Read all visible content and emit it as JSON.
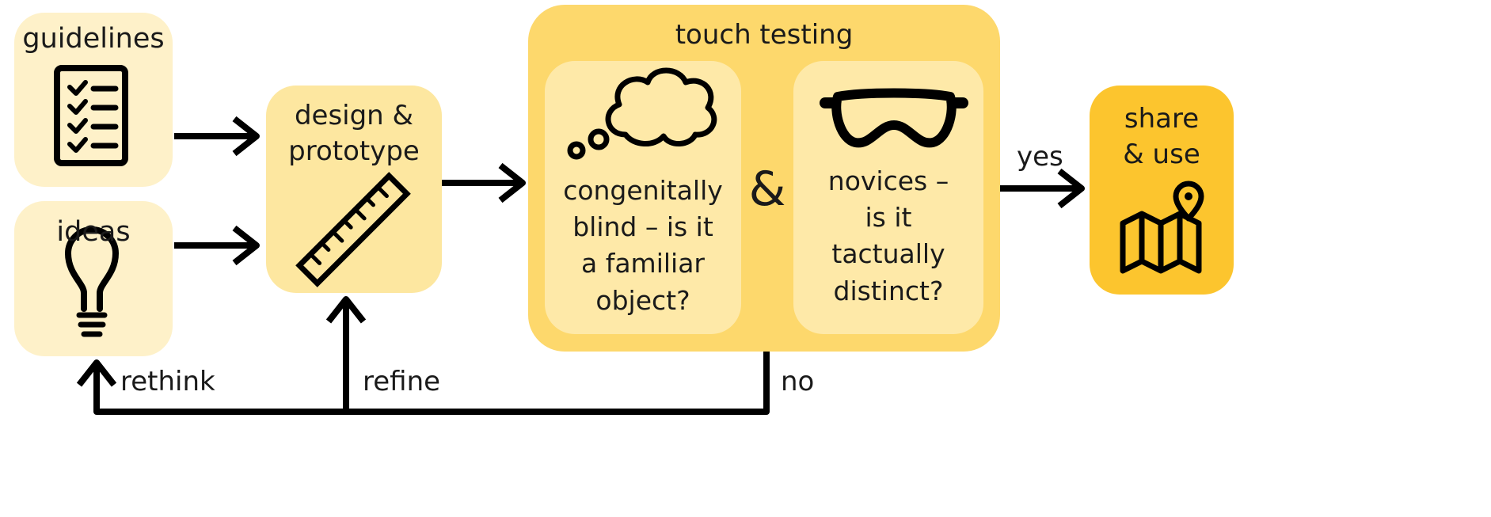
{
  "nodes": {
    "guidelines": {
      "label": "guidelines"
    },
    "ideas": {
      "label": "ideas"
    },
    "design": {
      "label_line1": "design &",
      "label_line2": "prototype"
    },
    "touch_testing": {
      "label": "touch testing"
    },
    "blind": {
      "line1": "congenitally",
      "line2": "blind – is it",
      "line3": "a familiar",
      "line4": "object?"
    },
    "ampersand": "&",
    "novices": {
      "line1": "novices –",
      "line2": "is it",
      "line3": "tactually",
      "line4": "distinct?"
    },
    "share": {
      "label_line1": "share",
      "label_line2": "& use"
    }
  },
  "edges": {
    "yes": "yes",
    "no": "no",
    "rethink": "rethink",
    "refine": "refine"
  },
  "colors": {
    "pale": "#fef1c9",
    "light": "#fde7a0",
    "medium": "#fdd86c",
    "inner": "#fee9a8",
    "strong": "#fcc52e",
    "stroke": "#000000"
  },
  "icons": [
    "checklist-icon",
    "lightbulb-icon",
    "ruler-icon",
    "thought-cloud-icon",
    "goggles-icon",
    "map-pin-icon"
  ]
}
